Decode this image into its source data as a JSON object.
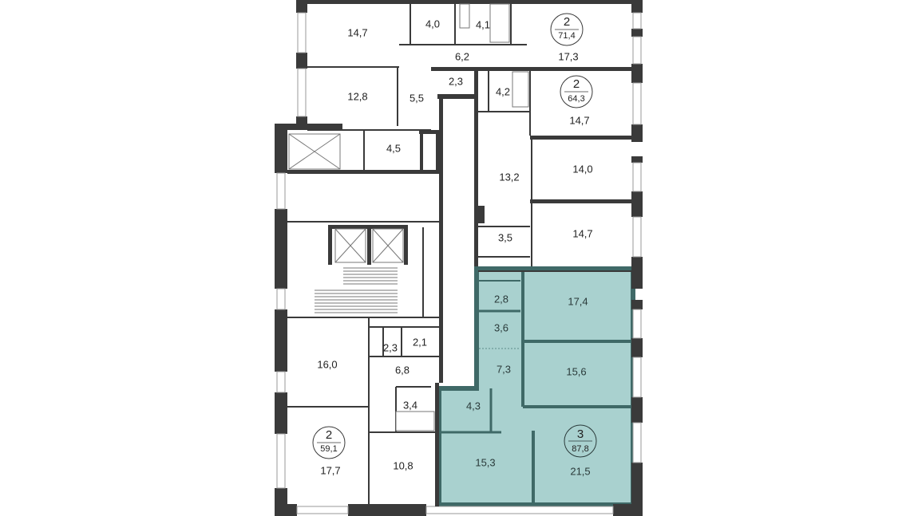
{
  "colors": {
    "wall": "#3a3a3a",
    "highlight_fill": "#a9d1cf",
    "highlight_border": "#3f6967",
    "background": "#ffffff"
  },
  "apartments": [
    {
      "rooms": "2",
      "area": "71,4"
    },
    {
      "rooms": "2",
      "area": "64,3"
    },
    {
      "rooms": "2",
      "area": "59,1"
    },
    {
      "rooms": "3",
      "area": "87,8",
      "highlighted": true
    }
  ],
  "rooms": [
    "14,7",
    "4,0",
    "4,1",
    "6,2",
    "17,3",
    "12,8",
    "5,5",
    "2,3",
    "4,2",
    "14,7",
    "4,5",
    "13,2",
    "14,0",
    "3,5",
    "14,7",
    "16,0",
    "2,3",
    "2,1",
    "6,8",
    "3,4",
    "17,7",
    "10,8",
    "2,8",
    "17,4",
    "3,6",
    "7,3",
    "15,6",
    "4,3",
    "15,3",
    "21,5"
  ]
}
